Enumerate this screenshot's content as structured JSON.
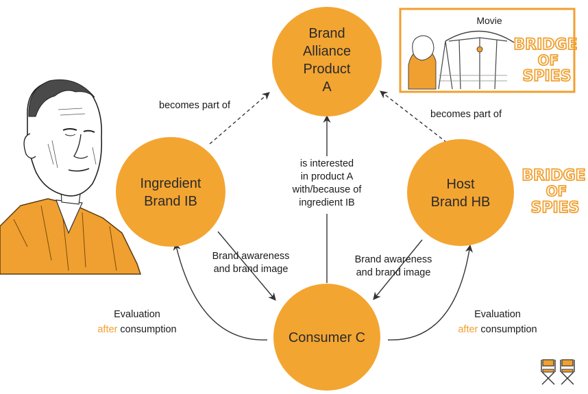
{
  "nodes": {
    "brand_alliance": [
      "Brand",
      "Alliance",
      "Product",
      "A"
    ],
    "ingredient": [
      "Ingredient",
      "Brand IB"
    ],
    "host": [
      "Host",
      "Brand HB"
    ],
    "consumer": [
      "Consumer C"
    ]
  },
  "edges": {
    "ingredient_to_alliance": "becomes part of",
    "host_to_alliance": "becomes part of",
    "consumer_to_alliance": [
      "is interested",
      "in product A",
      "with/because of",
      "ingredient IB"
    ],
    "ingredient_to_consumer": [
      "Brand awareness",
      "and brand image"
    ],
    "host_to_consumer": [
      "Brand awareness",
      "and brand image"
    ],
    "left_evaluation": {
      "line1": "Evaluation",
      "accent": "after",
      "rest": " consumption"
    },
    "right_evaluation": {
      "line1": "Evaluation",
      "accent": "after",
      "rest": " consumption"
    }
  },
  "poster": {
    "label": "Movie",
    "logo": [
      "BRIDGE",
      "OF",
      "SPIES"
    ]
  },
  "side_logo": [
    "BRIDGE",
    "OF",
    "SPIES"
  ],
  "colors": {
    "node_fill": "#f3a531",
    "accent": "#f0a030",
    "arrow": "#333333"
  },
  "icons": [
    "man-portrait-illustration",
    "director-chair-icon"
  ]
}
